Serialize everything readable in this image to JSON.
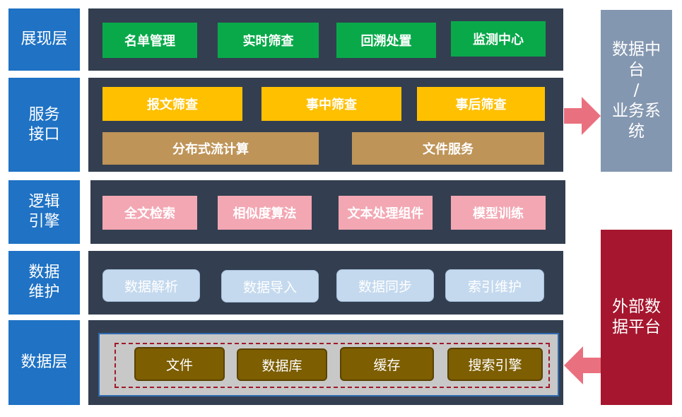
{
  "layers": {
    "presentation": {
      "label": "展现层",
      "items": [
        "名单管理",
        "实时筛查",
        "回溯处置",
        "监测中心"
      ]
    },
    "service": {
      "label": "服务\n接口",
      "row1": [
        "报文筛查",
        "事中筛查",
        "事后筛查"
      ],
      "row2": [
        "分布式流计算",
        "文件服务"
      ]
    },
    "logic": {
      "label": "逻辑\n引擎",
      "items": [
        "全文检索",
        "相似度算法",
        "文本处理组件",
        "模型训练"
      ]
    },
    "maintenance": {
      "label": "数据\n维护",
      "items": [
        "数据解析",
        "数据导入",
        "数据同步",
        "索引维护"
      ]
    },
    "data": {
      "label": "数据层",
      "items": [
        "文件",
        "数据库",
        "缓存",
        "搜索引擎"
      ]
    }
  },
  "side": {
    "middle_platform": "数据中\n台\n/\n业务系\n统",
    "external_platform": "外部数\n据平台"
  },
  "colors": {
    "label_blue": "#1f72c4",
    "panel_dark": "#333f50",
    "green": "#09a94a",
    "yellow": "#ffc000",
    "brown": "#be9458",
    "pink": "#f3a7b3",
    "light_blue": "#c4d9ee",
    "olive": "#7d5e00",
    "side_gray": "#8497b0",
    "side_red": "#a6162e",
    "arrow_pink": "#e9717f"
  }
}
